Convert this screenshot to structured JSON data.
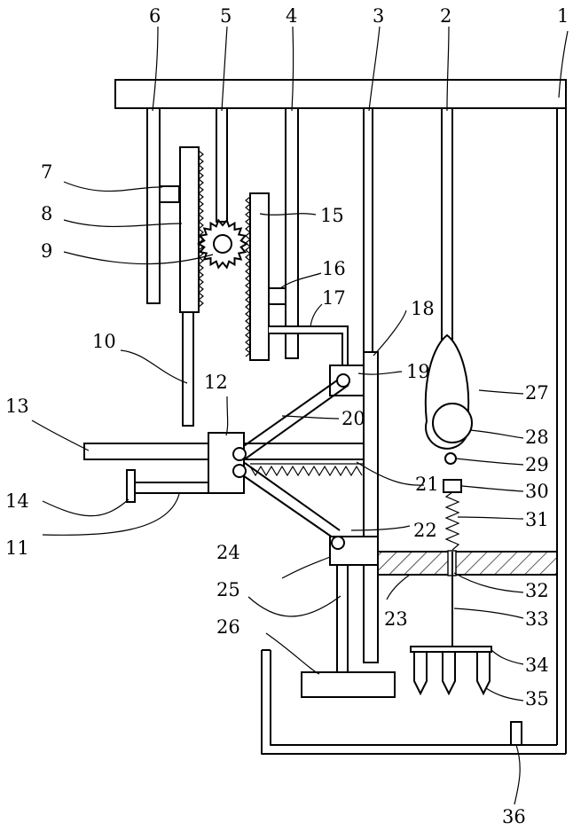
{
  "labels": [
    "1",
    "2",
    "3",
    "4",
    "5",
    "6",
    "7",
    "8",
    "9",
    "10",
    "11",
    "12",
    "13",
    "14",
    "15",
    "16",
    "17",
    "18",
    "19",
    "20",
    "21",
    "22",
    "23",
    "24",
    "25",
    "26",
    "27",
    "28",
    "29",
    "30",
    "31",
    "32",
    "33",
    "34",
    "35",
    "36"
  ]
}
